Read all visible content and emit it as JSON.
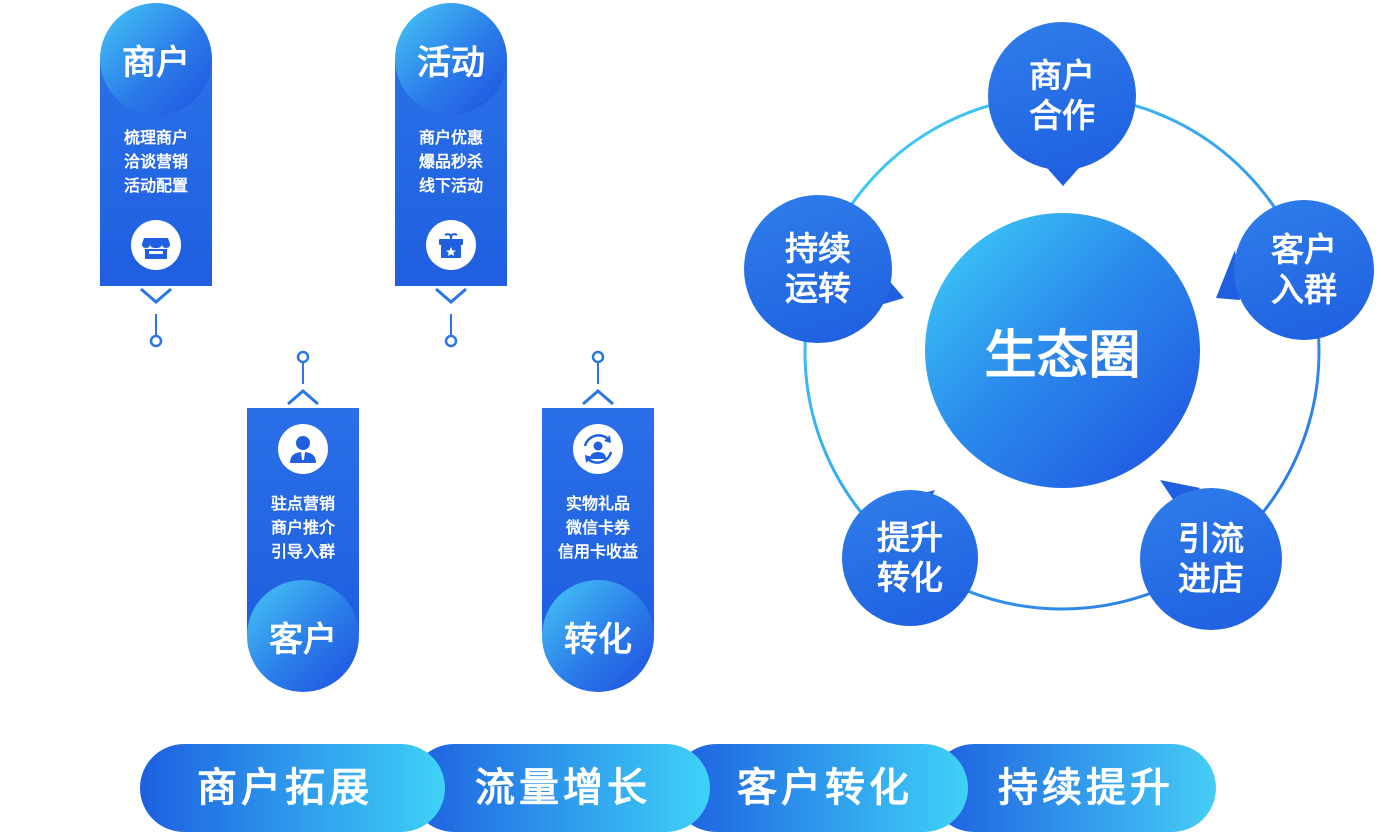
{
  "timeline": {
    "cards_top": [
      {
        "title": "商户",
        "lines": [
          "梳理商户",
          "洽谈营销",
          "活动配置"
        ],
        "icon": "storefront-icon"
      },
      {
        "title": "活动",
        "lines": [
          "商户优惠",
          "爆品秒杀",
          "线下活动"
        ],
        "icon": "gift-icon"
      }
    ],
    "cards_bottom": [
      {
        "title": "客户",
        "lines": [
          "驻点营销",
          "商户推介",
          "引导入群"
        ],
        "icon": "customer-icon"
      },
      {
        "title": "转化",
        "lines": [
          "实物礼品",
          "微信卡券",
          "信用卡收益"
        ],
        "icon": "conversion-icon"
      }
    ]
  },
  "ecosystem": {
    "center": "生态圈",
    "nodes": {
      "top": [
        "商户",
        "合作"
      ],
      "right": [
        "客户",
        "入群"
      ],
      "bottom_right": [
        "引流",
        "进店"
      ],
      "bottom_left": [
        "提升",
        "转化"
      ],
      "left": [
        "持续",
        "运转"
      ]
    }
  },
  "stages": [
    "商户拓展",
    "流量增长",
    "客户转化",
    "持续提升"
  ],
  "colors": {
    "primary": "#1f5fe0",
    "light": "#3fd0f7",
    "background": "#ffffff"
  }
}
